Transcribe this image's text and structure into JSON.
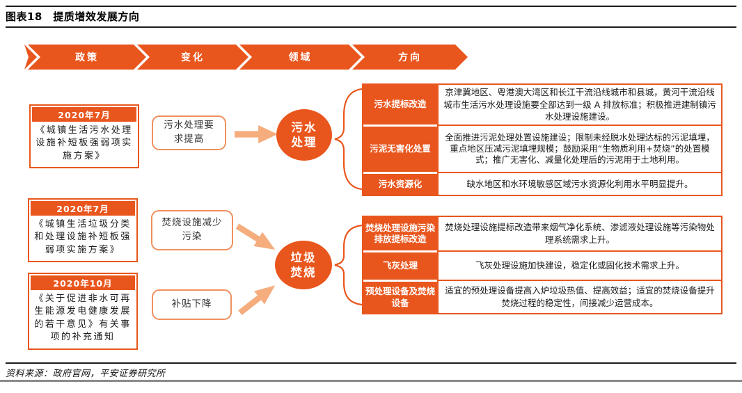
{
  "figure": {
    "title": "图表18　提质增效发展方向",
    "source": "资料来源：政府官网，平安证券研究所"
  },
  "colors": {
    "accent_orange": "#E9561D",
    "arrow_peach": "#F5AD7E",
    "change_box_border": "#F0905E",
    "footer_rule_gray": "#8A8A8A"
  },
  "banner": {
    "items": [
      {
        "label": "政策"
      },
      {
        "label": "变化"
      },
      {
        "label": "领域"
      },
      {
        "label": "方向"
      }
    ]
  },
  "sewage": {
    "policy": {
      "date": "2020年7月",
      "title": "《城镇生活污水处理设施补短板强弱项实施方案》"
    },
    "change": "污水处理要求提高",
    "field": [
      "污水",
      "处理"
    ],
    "rows": [
      {
        "label": "污水提标改造",
        "desc": "京津冀地区、粤港澳大湾区和长江干流沿线城市和县城，黄河干流沿线城市生活污水处理设施要全部达到一级 A 排放标准；积极推进建制镇污水处理设施建设。"
      },
      {
        "label": "污泥无害化处置",
        "desc": "全面推进污泥处理处置设施建设；限制未经脱水处理达标的污泥填埋，重点地区压减污泥填埋规模；鼓励采用“生物质利用+焚烧”的处置模式；推广无害化、减量化处理后的污泥用于土地利用。"
      },
      {
        "label": "污水资源化",
        "desc": "缺水地区和水环境敏感区域污水资源化利用水平明显提升。"
      }
    ]
  },
  "waste": {
    "policies": [
      {
        "date": "2020年7月",
        "title": "《城镇生活垃圾分类和处理设施补短板强弱项实施方案》"
      },
      {
        "date": "2020年10月",
        "title": "《关于促进非水可再生能源发电健康发展的若干意见》有关事项的补充通知"
      }
    ],
    "changes": [
      "焚烧设施减少污染",
      "补贴下降"
    ],
    "field": [
      "垃圾",
      "焚烧"
    ],
    "rows": [
      {
        "label": "焚烧处理设施污染排放提标改造",
        "desc": "焚烧处理设施提标改造带来烟气净化系统、渗滤液处理设施等污染物处理系统需求上升。"
      },
      {
        "label": "飞灰处理",
        "desc": "飞灰处理设施加快建设，稳定化或固化技术需求上升。"
      },
      {
        "label": "预处理设备及焚烧设备",
        "desc": "适宜的预处理设备提高入炉垃圾热值、提高效益；适宜的焚烧设备提升焚烧过程的稳定性，间接减少运营成本。"
      }
    ]
  }
}
